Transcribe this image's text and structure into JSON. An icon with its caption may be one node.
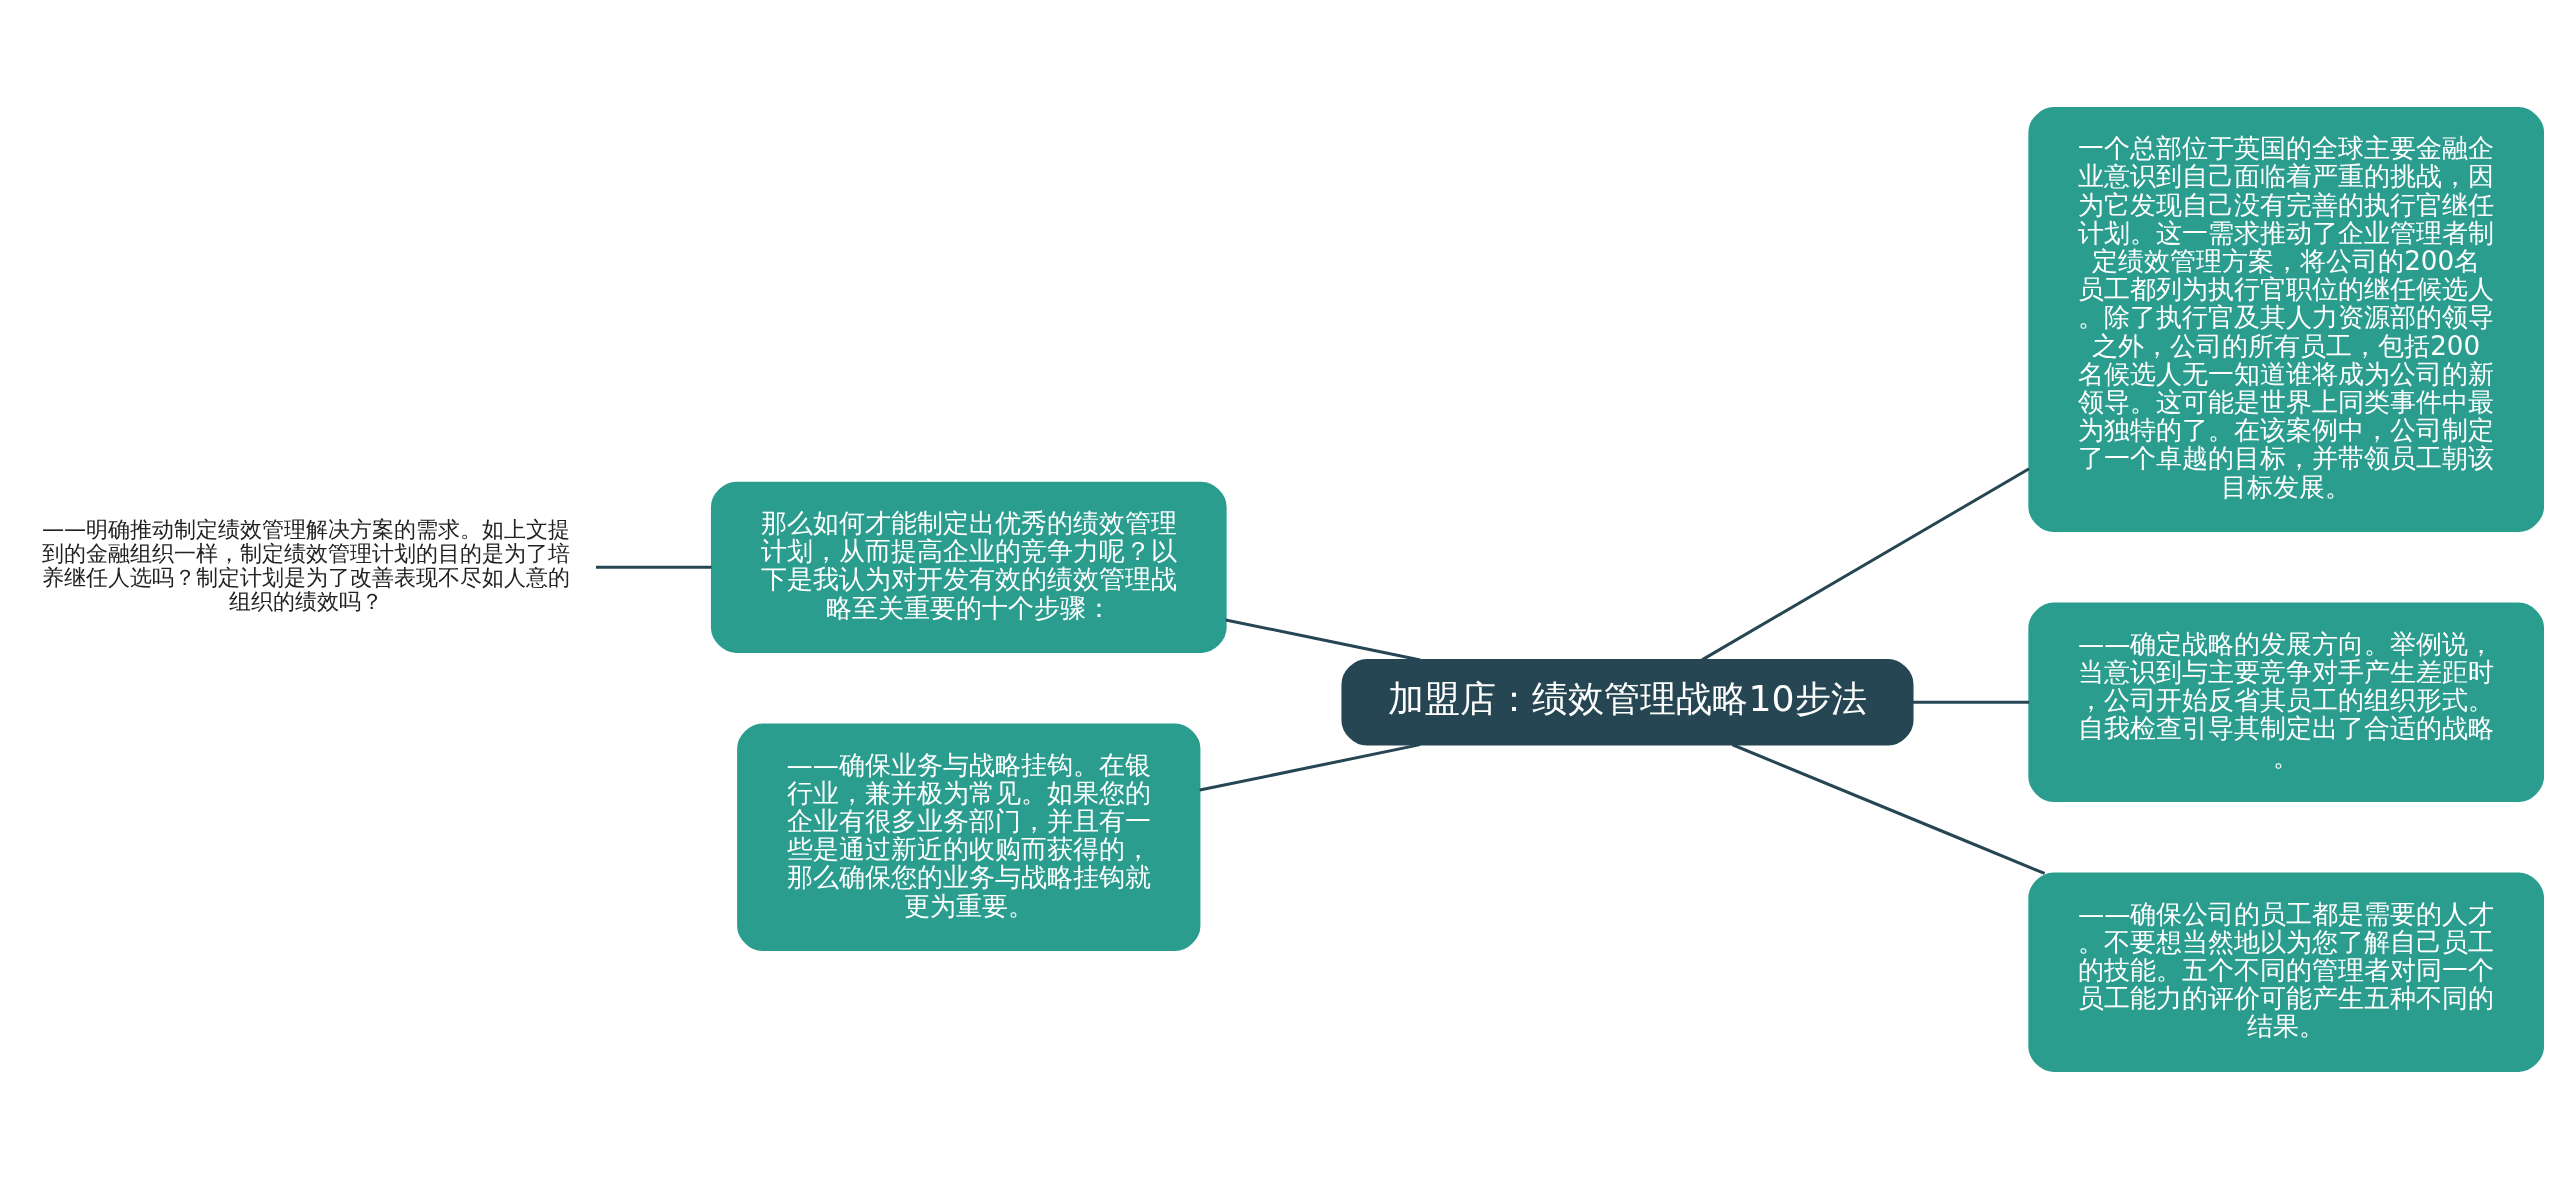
{
  "diagram": {
    "nodes": [
      {
        "text": [
          "加盟店：绩效管理战略10步法"
        ]
      },
      {
        "text": [
          "一个总部位于英国的全球主要金融企业意识到自己面临着严重的挑战，因为它发现自己没有完善的执行官继任计划。这一需求推动了企业管理者制定绩效管理方案，将公司的200名员工都列为执行官职位的继任候选人。除了执行官及其人力资源部的领导之外，公司的所有员工，包括200名候选人无一知道谁将成为公司的新领导。这可能是世界上同类事件中最为独特的了。在该案例中，公司制定了一个卓越的目标，并带领员工朝该目标发展。"
        ]
      },
      {
        "text": [
          "——确定战略的发展方向。举例说，当意识到与主要竞争对手产生差距时，公司开始反省其员工的组织形式。自我检查引导其制定出了合适的战略。"
        ]
      },
      {
        "text": [
          "——确保公司的员工都是需要的人才。不要想当然地以为您了解自己员工的技能。五个不同的管理者对同一个员工能力的评价可能产生五种不同的结果。"
        ]
      },
      {
        "text": [
          "那么如何才能制定出优秀的绩效管理计划，从而提高企业的竞争力呢？以下是我认为对开发有效的绩效管理战略至关重要的十个步骤："
        ]
      },
      {
        "text": [
          "——明确推动制定绩效管理解决方案的需求。如上文提到的金融组织一样，制定绩效管理计划的目的是为了培养继任人选吗？制定计划是为了改善表现不尽如人意的组织的绩效吗？"
        ]
      },
      {
        "text": [
          "——确保业务与战略挂钩。在银行业，兼并极为常见。如果您的企业有很多业务部门，并且有一些是通过新近的收购而获得的，那么确保您的业务与战略挂钩就更为重要。"
        ]
      }
    ],
    "edges": [
      {
        "from": 0,
        "to": 1,
        "arrow": "none"
      },
      {
        "from": 0,
        "to": 2,
        "arrow": "none"
      },
      {
        "from": 0,
        "to": 3,
        "arrow": "none"
      },
      {
        "from": 5,
        "to": 4,
        "arrow": "none"
      },
      {
        "from": 4,
        "to": 0,
        "arrow": "none"
      },
      {
        "from": 6,
        "to": 0,
        "arrow": "none"
      }
    ]
  }
}
